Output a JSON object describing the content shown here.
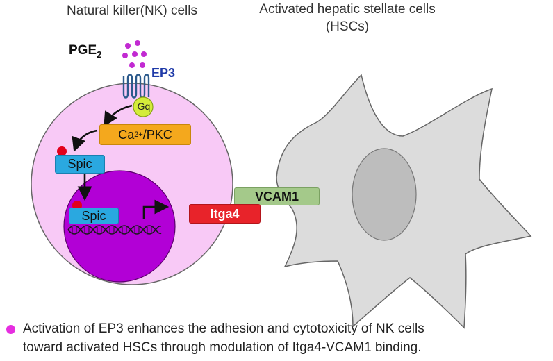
{
  "titles": {
    "nk": "Natural killer(NK) cells",
    "hsc_line1": "Activated hepatic stellate cells",
    "hsc_line2": "(HSCs)"
  },
  "ligand": {
    "name": "PGE",
    "subscript": "2"
  },
  "receptor": {
    "name": "EP3",
    "g_protein": "Gq"
  },
  "signaling": {
    "second_messenger": "Ca",
    "superscript": "2+",
    "kinase": "/PKC"
  },
  "transcription_factor": {
    "cytoplasm_label": "Spic",
    "nucleus_label": "Spic"
  },
  "adhesion": {
    "nk_molecule": "Itga4",
    "hsc_molecule": "VCAM1"
  },
  "caption": {
    "line1": "Activation of EP3  enhances the adhesion and cytotoxicity of NK cells",
    "line2": "toward activated HSCs through modulation of Itga4-VCAM1 binding."
  },
  "colors": {
    "nk_cell": "#f8c9f6",
    "nucleus": "#b200d6",
    "hsc": "#dcdcdc",
    "hsc_nucleus": "#bdbdbd",
    "pge_dots": "#c22ad2",
    "phospho_dot": "#e3001b"
  }
}
